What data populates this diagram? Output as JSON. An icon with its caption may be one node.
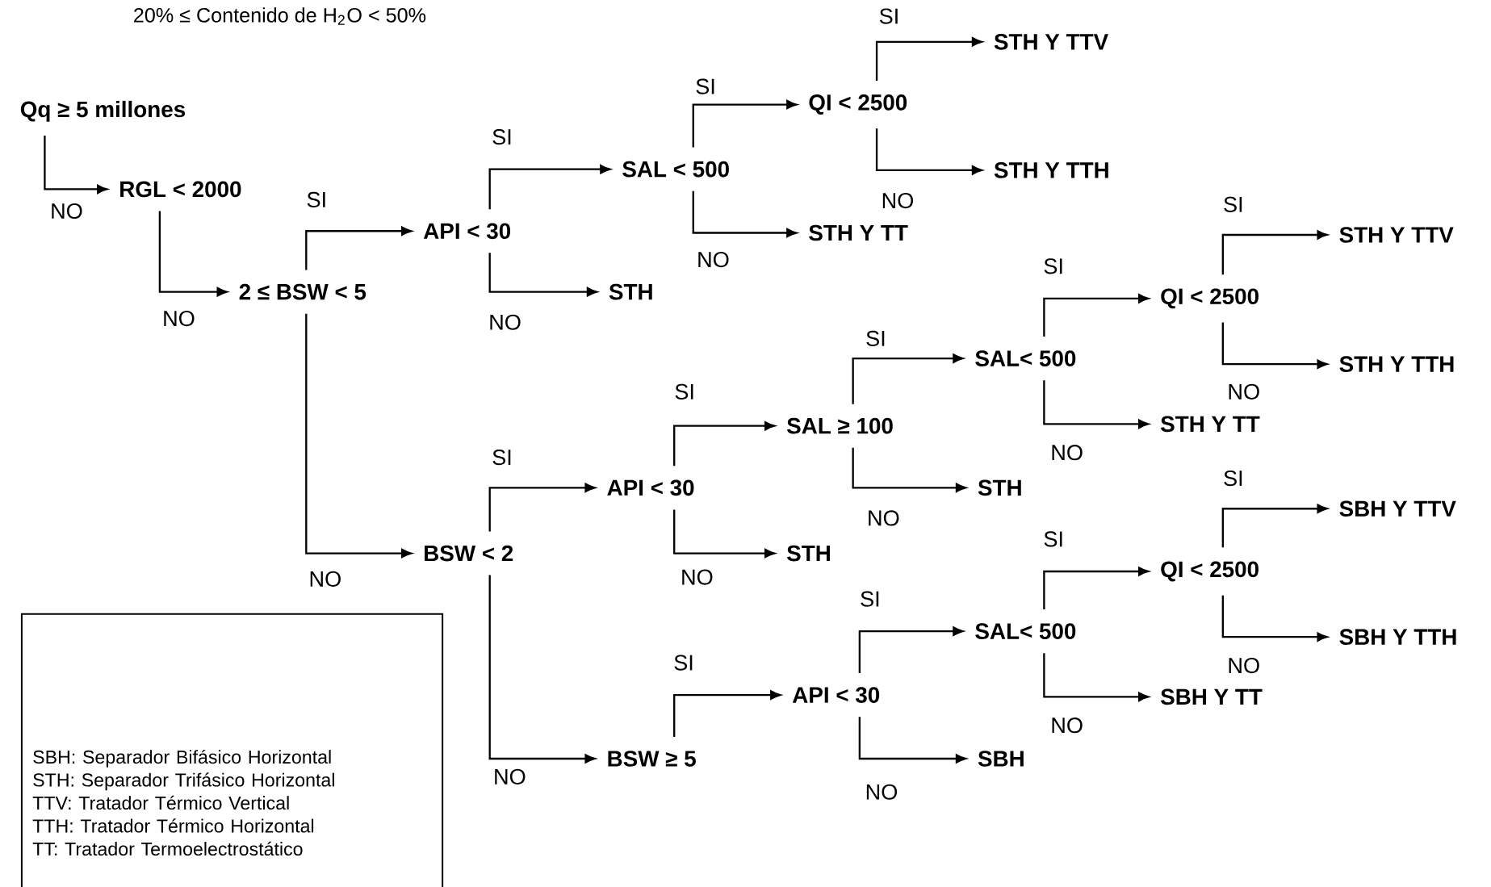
{
  "diagram": {
    "title": "20% ≤ Contenido de H$_{2}$O < 50%",
    "nodes": [
      {
        "text": [
          "Qq ≥ 5 millones"
        ]
      },
      {
        "text": [
          "RGL < 2000"
        ]
      },
      {
        "text": [
          "2 ≤ BSW < 5"
        ]
      },
      {
        "text": [
          "API < 30"
        ]
      },
      {
        "text": [
          "SAL < 500"
        ]
      },
      {
        "text": [
          "STH"
        ]
      },
      {
        "text": [
          "QI < 2500"
        ]
      },
      {
        "text": [
          "STH  Y  TT"
        ]
      },
      {
        "text": [
          "STH  Y  TTV"
        ]
      },
      {
        "text": [
          "STH  Y  TTH"
        ]
      },
      {
        "text": [
          "BSW < 2"
        ]
      },
      {
        "text": [
          "API < 30"
        ]
      },
      {
        "text": [
          "BSW ≥ 5"
        ]
      },
      {
        "text": [
          "SAL ≥ 100"
        ]
      },
      {
        "text": [
          "STH"
        ]
      },
      {
        "text": [
          "SAL< 500"
        ]
      },
      {
        "text": [
          "STH"
        ]
      },
      {
        "text": [
          "QI < 2500"
        ]
      },
      {
        "text": [
          "STH  Y  TT"
        ]
      },
      {
        "text": [
          "STH  Y  TTV"
        ]
      },
      {
        "text": [
          "STH  Y  TTH"
        ]
      },
      {
        "text": [
          "API < 30"
        ]
      },
      {
        "text": [
          "SAL< 500"
        ]
      },
      {
        "text": [
          "SBH"
        ]
      },
      {
        "text": [
          "QI < 2500"
        ]
      },
      {
        "text": [
          "SBH  Y  TT"
        ]
      },
      {
        "text": [
          "SBH  Y  TTV"
        ]
      },
      {
        "text": [
          "SBH  Y  TTH"
        ]
      },
      {
        "text": [
          "SBH: Separador  Bifásico Horizontal",
          "STH: Separador Trifásico Horizontal",
          "TTV: Tratador Térmico Vertical",
          "TTH: Tratador Térmico Horizontal",
          "TT: Tratador Termoelectrostático"
        ]
      }
    ],
    "edges": [
      {
        "from": 0,
        "to": 1,
        "arrow": "to",
        "label": "NO"
      },
      {
        "from": 1,
        "to": 2,
        "arrow": "to",
        "label": "NO"
      },
      {
        "from": 2,
        "to": 3,
        "arrow": "to",
        "label": "SI"
      },
      {
        "from": 2,
        "to": 10,
        "arrow": "to",
        "label": "NO"
      },
      {
        "from": 3,
        "to": 4,
        "arrow": "to",
        "label": "SI"
      },
      {
        "from": 3,
        "to": 5,
        "arrow": "to",
        "label": "NO"
      },
      {
        "from": 4,
        "to": 6,
        "arrow": "to",
        "label": "SI"
      },
      {
        "from": 4,
        "to": 7,
        "arrow": "to",
        "label": "NO"
      },
      {
        "from": 6,
        "to": 8,
        "arrow": "to",
        "label": "SI"
      },
      {
        "from": 6,
        "to": 9,
        "arrow": "to",
        "label": "NO"
      },
      {
        "from": 10,
        "to": 11,
        "arrow": "to",
        "label": "SI"
      },
      {
        "from": 10,
        "to": 12,
        "arrow": "to",
        "label": "NO"
      },
      {
        "from": 11,
        "to": 13,
        "arrow": "to",
        "label": "SI"
      },
      {
        "from": 11,
        "to": 14,
        "arrow": "to",
        "label": "NO"
      },
      {
        "from": 13,
        "to": 15,
        "arrow": "to",
        "label": "SI"
      },
      {
        "from": 13,
        "to": 16,
        "arrow": "to",
        "label": "NO"
      },
      {
        "from": 15,
        "to": 17,
        "arrow": "to",
        "label": "SI"
      },
      {
        "from": 15,
        "to": 18,
        "arrow": "to",
        "label": "NO"
      },
      {
        "from": 17,
        "to": 19,
        "arrow": "to",
        "label": "SI"
      },
      {
        "from": 17,
        "to": 20,
        "arrow": "to",
        "label": "NO"
      },
      {
        "from": 12,
        "to": 21,
        "arrow": "to",
        "label": "SI"
      },
      {
        "from": 21,
        "to": 22,
        "arrow": "to",
        "label": "SI"
      },
      {
        "from": 21,
        "to": 23,
        "arrow": "to",
        "label": "NO"
      },
      {
        "from": 22,
        "to": 24,
        "arrow": "to",
        "label": "SI"
      },
      {
        "from": 22,
        "to": 25,
        "arrow": "to",
        "label": "NO"
      },
      {
        "from": 24,
        "to": 26,
        "arrow": "to",
        "label": "SI"
      },
      {
        "from": 24,
        "to": 27,
        "arrow": "to",
        "label": "NO"
      }
    ]
  }
}
